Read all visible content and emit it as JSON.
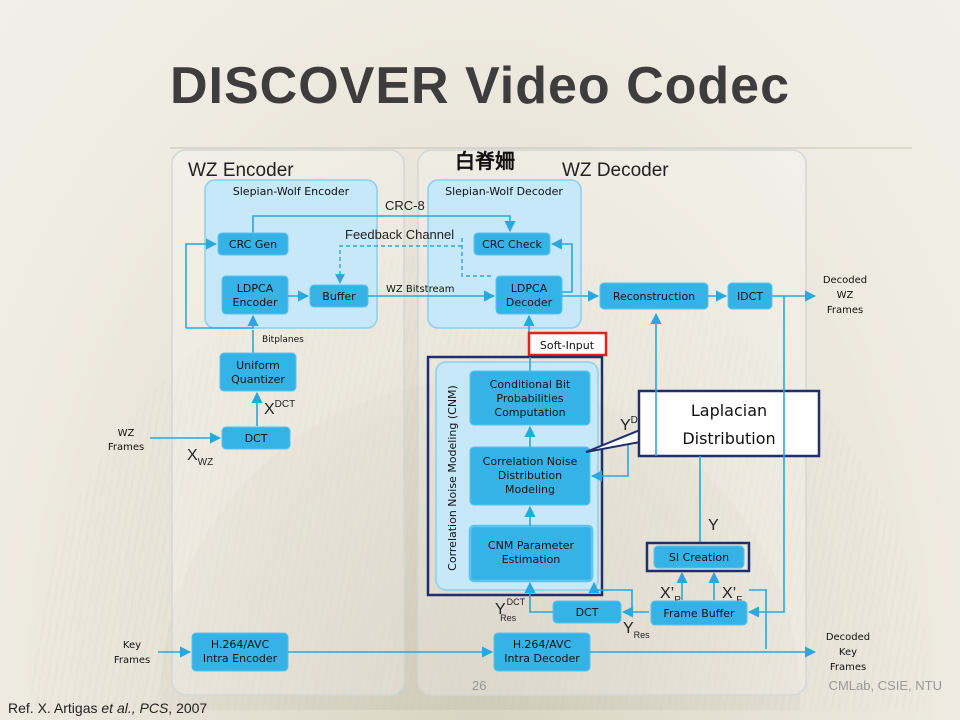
{
  "slide": {
    "title": "DISCOVER Video Codec",
    "reference_prefix": "Ref. X. Artigas ",
    "reference_italic": "et al., PCS",
    "reference_suffix": ", 2007",
    "page_number": "26",
    "footer": "CMLab, CSIE, NTU"
  },
  "diagram": {
    "garbled_label": "白脊姍",
    "encoder_title": "WZ Encoder",
    "decoder_title": "WZ Decoder",
    "sw_encoder_title": "Slepian-Wolf Encoder",
    "sw_decoder_title": "Slepian-Wolf Decoder",
    "crc8_label": "CRC-8",
    "feedback_label": "Feedback Channel",
    "crc_gen": "CRC Gen",
    "crc_check": "CRC Check",
    "ldpca_encoder": [
      "LDPCA",
      "Encoder"
    ],
    "buffer": "Buffer",
    "wz_bitstream": "WZ Bitstream",
    "ldpca_decoder": [
      "LDPCA",
      "Decoder"
    ],
    "reconstruction": "Reconstruction",
    "idct": "IDCT",
    "decoded_wz": [
      "Decoded",
      "WZ",
      "Frames"
    ],
    "bitplanes": "Bitplanes",
    "uniform_quantizer": [
      "Uniform",
      "Quantizer"
    ],
    "xdct_base": "X",
    "xdct_sup": "DCT",
    "wz_frames_in": [
      "WZ",
      "Frames"
    ],
    "dct": "DCT",
    "xwz_base": "X",
    "xwz_sub": "WZ",
    "soft_input": "Soft-Input",
    "cnm_side_label": "Correlation Noise Modeling (CNM)",
    "cond_bit_prob": [
      "Conditional Bit",
      "Probabilities",
      "Computation"
    ],
    "corr_noise_dist": [
      "Correlation Noise",
      "Distribution",
      "Modeling"
    ],
    "cnm_param": [
      "CNM Parameter",
      "Estimation"
    ],
    "yd_label": "Y",
    "yd_sup": "D",
    "laplacian": [
      "Laplacian",
      "Distribution"
    ],
    "y_label": "Y",
    "si_creation": "SI Creation",
    "xp_base": "X’",
    "xp_sub": "P",
    "xf_base": "X’",
    "xf_sub": "F",
    "frame_buffer": "Frame Buffer",
    "dct2": "DCT",
    "ydct_base": "Y",
    "ydct_sup": "DCT",
    "ydct_sub": "Res",
    "yres_base": "Y",
    "yres_sub": "Res",
    "key_frames_in": [
      "Key",
      "Frames"
    ],
    "h264_encoder": [
      "H.264/AVC",
      "Intra Encoder"
    ],
    "h264_decoder": [
      "H.264/AVC",
      "Intra Decoder"
    ],
    "decoded_key": [
      "Decoded",
      "Key",
      "Frames"
    ]
  },
  "colors": {
    "block_fill": "#36b3e6",
    "group_fill": "#c7e8f8",
    "line": "#28a8dc",
    "soft_input_border": "#e0231b",
    "cnm_border": "#1f2f6e",
    "cnm_param_border": "#7a4fb0",
    "title": "#3d3d3d"
  }
}
